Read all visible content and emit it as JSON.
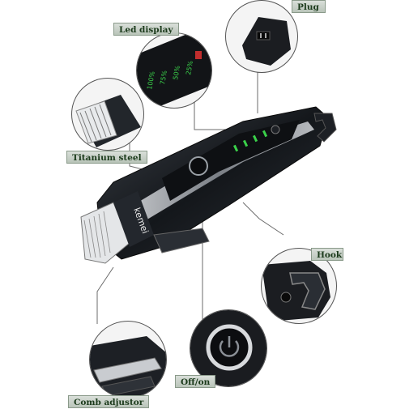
{
  "labels": {
    "plug": "Plug",
    "led_display": "Led display",
    "titanium_steel": "Titanium steel",
    "hook": "Hook",
    "off_on": "Off/on",
    "comb_adjustor": "Comb adjustor"
  },
  "brand": "kemei",
  "led_levels": [
    "100%",
    "75%",
    "50%",
    "25%"
  ],
  "colors": {
    "label_bg": "#c9d1c9",
    "label_text": "#1b3a1b",
    "body_dark": "#1c1f23",
    "chrome": "#b8bcc2",
    "led_green": "#3ad14a"
  }
}
